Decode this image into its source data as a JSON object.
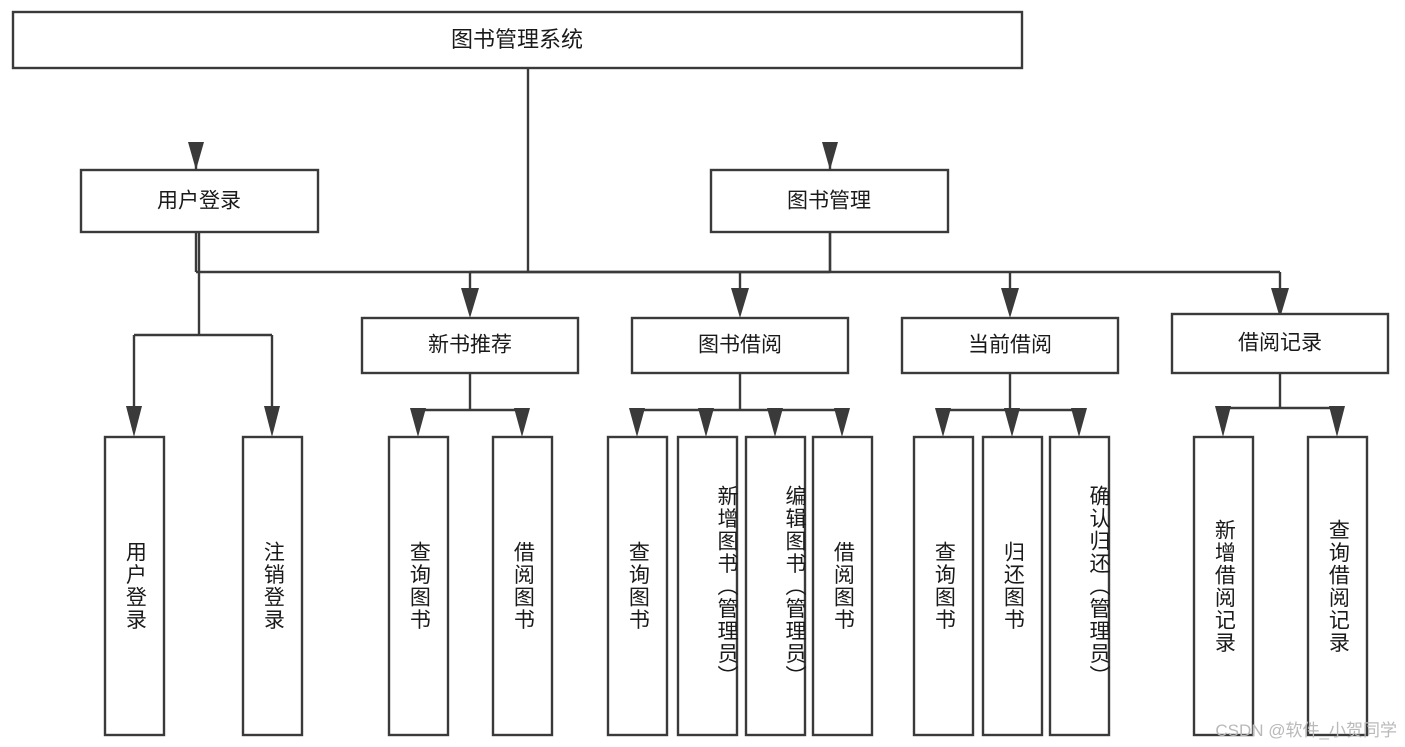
{
  "diagram": {
    "title": "图书管理系统",
    "type": "tree",
    "watermark": "CSDN @软件_小贺同学",
    "colors": {
      "stroke": "#3a3a3a",
      "fill": "#ffffff",
      "text": "#1a1a1a",
      "watermark": "#b9b9b9"
    },
    "nodes": {
      "root": {
        "label": "图书管理系统",
        "level": 0
      },
      "user_login": {
        "label": "用户登录",
        "level": 1
      },
      "book_manage": {
        "label": "图书管理",
        "level": 1
      },
      "new_book_rec": {
        "label": "新书推荐",
        "level": 2
      },
      "book_borrow": {
        "label": "图书借阅",
        "level": 2
      },
      "current_borrow": {
        "label": "当前借阅",
        "level": 2
      },
      "borrow_record": {
        "label": "借阅记录",
        "level": 2
      },
      "leaf_user_login": {
        "label": "用户登录",
        "level": 3
      },
      "leaf_logout": {
        "label": "注销登录",
        "level": 3
      },
      "leaf_query_book_a": {
        "label": "查询图书",
        "level": 3
      },
      "leaf_borrow_book_a": {
        "label": "借阅图书",
        "level": 3
      },
      "leaf_query_book_b": {
        "label": "查询图书",
        "level": 3
      },
      "leaf_add_book": {
        "label": "新增图书（管理员）",
        "level": 3
      },
      "leaf_edit_book": {
        "label": "编辑图书（管理员）",
        "level": 3
      },
      "leaf_borrow_book_b": {
        "label": "借阅图书",
        "level": 3
      },
      "leaf_query_book_c": {
        "label": "查询图书",
        "level": 3
      },
      "leaf_return_book": {
        "label": "归还图书",
        "level": 3
      },
      "leaf_confirm_return": {
        "label": "确认归还（管理员）",
        "level": 3
      },
      "leaf_add_record": {
        "label": "新增借阅记录",
        "level": 3
      },
      "leaf_query_record": {
        "label": "查询借阅记录",
        "level": 3
      }
    },
    "edges": [
      {
        "from": "root",
        "to": "user_login"
      },
      {
        "from": "root",
        "to": "book_manage"
      },
      {
        "from": "book_manage",
        "to": "new_book_rec"
      },
      {
        "from": "book_manage",
        "to": "book_borrow"
      },
      {
        "from": "book_manage",
        "to": "current_borrow"
      },
      {
        "from": "book_manage",
        "to": "borrow_record"
      },
      {
        "from": "user_login",
        "to": "leaf_user_login"
      },
      {
        "from": "user_login",
        "to": "leaf_logout"
      },
      {
        "from": "new_book_rec",
        "to": "leaf_query_book_a"
      },
      {
        "from": "new_book_rec",
        "to": "leaf_borrow_book_a"
      },
      {
        "from": "book_borrow",
        "to": "leaf_query_book_b"
      },
      {
        "from": "book_borrow",
        "to": "leaf_add_book"
      },
      {
        "from": "book_borrow",
        "to": "leaf_edit_book"
      },
      {
        "from": "book_borrow",
        "to": "leaf_borrow_book_b"
      },
      {
        "from": "current_borrow",
        "to": "leaf_query_book_c"
      },
      {
        "from": "current_borrow",
        "to": "leaf_return_book"
      },
      {
        "from": "current_borrow",
        "to": "leaf_confirm_return"
      },
      {
        "from": "borrow_record",
        "to": "leaf_add_record"
      },
      {
        "from": "borrow_record",
        "to": "leaf_query_record"
      }
    ]
  }
}
